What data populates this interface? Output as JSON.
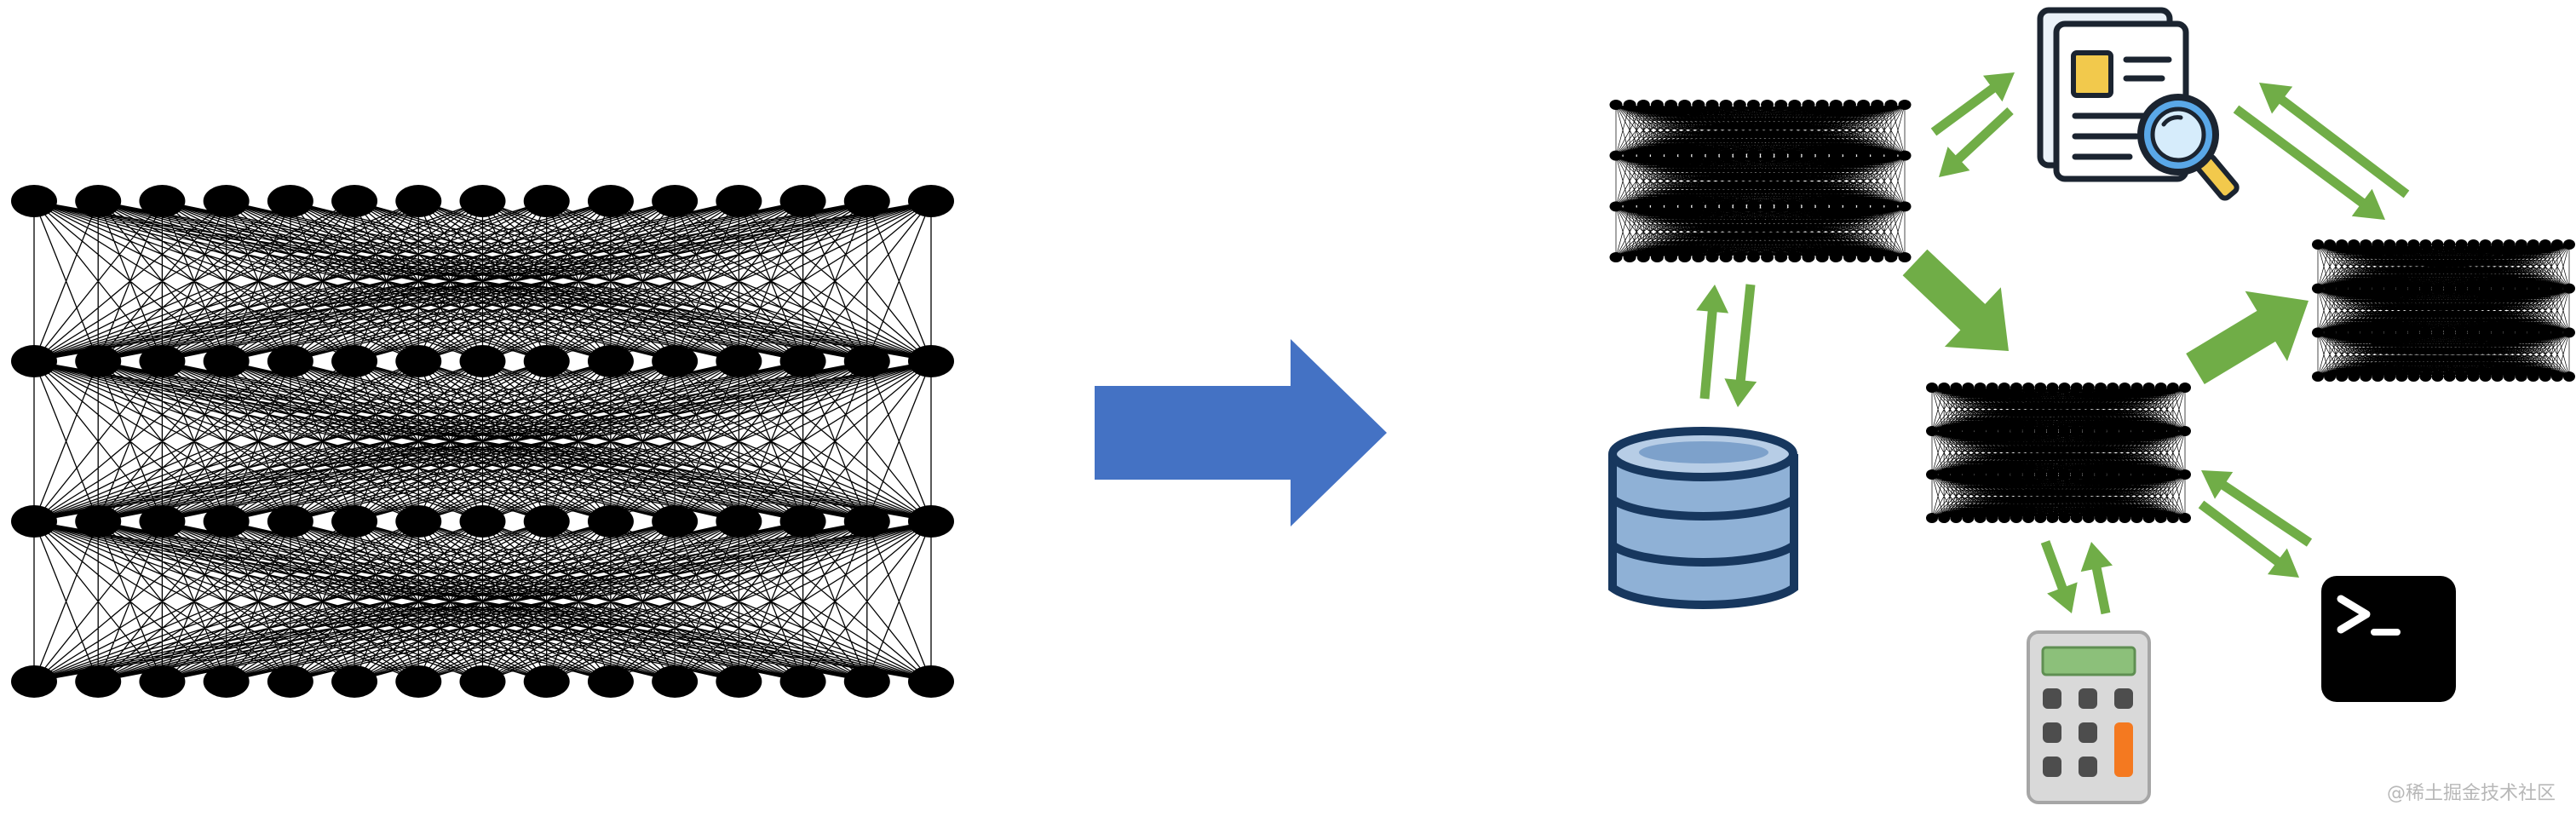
{
  "watermark": "@稀土掘金技术社区",
  "colors": {
    "node": "#000000",
    "edge": "#000000",
    "transform_arrow": "#4472c4",
    "flow_arrow": "#70ad47",
    "database_fill": "#8fb1d6",
    "database_stroke": "#17375e",
    "terminal_bg": "#000000",
    "terminal_fg": "#ffffff",
    "calculator_body": "#d9d9d9",
    "calculator_screen": "#8cc07a",
    "calculator_key_accent": "#f47920",
    "document_accent": "#f2c94c",
    "magnifier_lens": "#5aa8e8"
  },
  "big_network": {
    "layers": 4,
    "nodes_per_layer": 15
  },
  "small_network": {
    "layers": 4,
    "nodes_per_layer": 22
  },
  "components": {
    "left": "single-large-neural-network",
    "transform": "right-arrow-icon",
    "right": [
      "small-network-top-left",
      "small-network-middle",
      "small-network-right",
      "document-search-icon",
      "database-icon",
      "calculator-icon",
      "terminal-icon"
    ]
  }
}
